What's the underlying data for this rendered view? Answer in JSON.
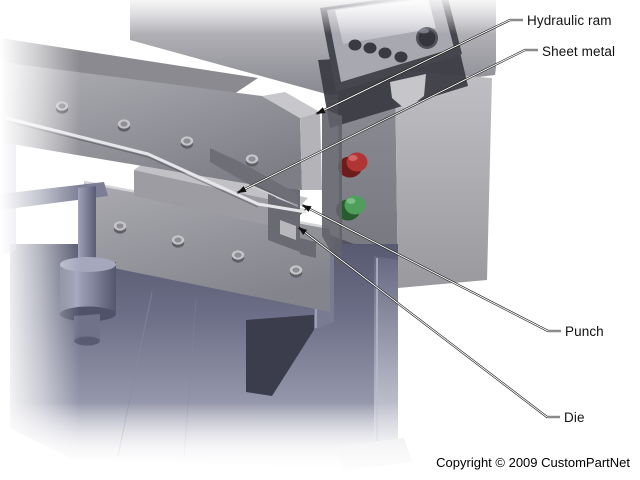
{
  "diagram": {
    "callouts": {
      "hydraulic_ram": "Hydraulic ram",
      "sheet_metal": "Sheet metal",
      "punch": "Punch",
      "die": "Die"
    }
  },
  "footer": {
    "copyright": "Copyright © 2009 CustomPartNet"
  },
  "colors": {
    "background": "#ffffff",
    "red_button": "#b23535",
    "red_button_side": "#6e1b1b",
    "green_button": "#4f9e5c",
    "green_button_side": "#275c31",
    "machine_body_purple": "#6b6e86",
    "leader_line": "#1a1a1a"
  }
}
